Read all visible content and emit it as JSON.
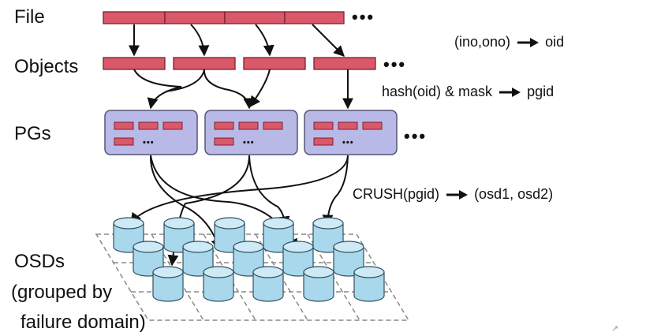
{
  "labels": {
    "file": "File",
    "objects": "Objects",
    "pgs": "PGs",
    "osds_line1": "OSDs",
    "osds_line2": "(grouped by",
    "osds_line3": "failure domain)"
  },
  "equations": {
    "oid": {
      "lhs": "(ino,ono)",
      "rhs": "oid"
    },
    "pgid": {
      "lhs": "hash(oid) & mask",
      "rhs": "pgid"
    },
    "crush": {
      "lhs": "CRUSH(pgid)",
      "rhs": "(osd1, osd2)"
    }
  },
  "ellipsis": "•••",
  "inner_ellipsis": "•••",
  "corner_mark": "↗",
  "colors": {
    "segment_fill": "#d9586a",
    "segment_stroke": "#7a2230",
    "pg_fill": "#b9b9e8",
    "pg_stroke": "#555577",
    "disk_fill": "#a9d8ec",
    "disk_top": "#cdeaf6",
    "disk_stroke": "#33515e",
    "arrow": "#111111",
    "grid": "#888888"
  }
}
